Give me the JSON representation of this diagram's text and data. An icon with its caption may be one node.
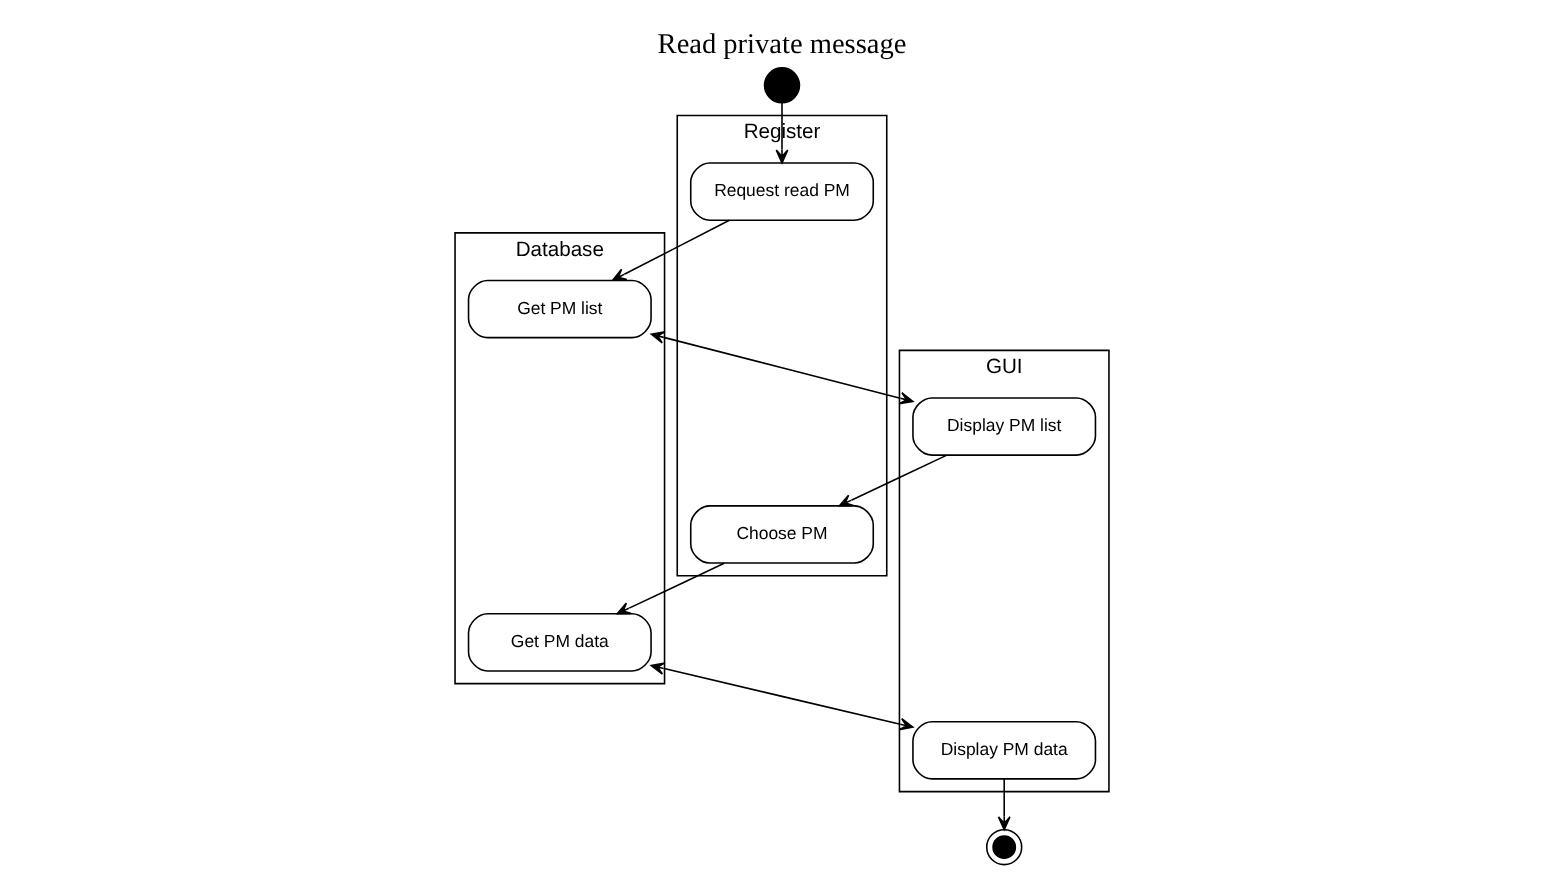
{
  "diagram": {
    "title": "Read private message",
    "nodes": [
      {
        "text": [],
        "shape": "circle"
      },
      {
        "text": [
          "Register"
        ]
      },
      {
        "text": [
          "Request read PM"
        ],
        "in": 1
      },
      {
        "text": [
          "Choose PM"
        ],
        "in": 1
      },
      {
        "text": [
          "GUI"
        ]
      },
      {
        "text": [
          "Display PM list"
        ],
        "in": 4
      },
      {
        "text": [
          "Display PM data"
        ],
        "in": 4
      },
      {
        "text": [
          "Database"
        ]
      },
      {
        "text": [
          "Get PM list"
        ],
        "in": 7
      },
      {
        "text": [
          "Get PM data"
        ],
        "in": 7
      },
      {
        "text": [],
        "shape": "circle"
      }
    ],
    "edges": [
      {
        "from": 0,
        "to": 2,
        "arrow": "to"
      },
      {
        "from": 2,
        "to": 8,
        "arrow": "to"
      },
      {
        "from": 8,
        "to": 5,
        "arrow": "both"
      },
      {
        "from": 5,
        "to": 3,
        "arrow": "to"
      },
      {
        "from": 3,
        "to": 9,
        "arrow": "to"
      },
      {
        "from": 9,
        "to": 6,
        "arrow": "both"
      },
      {
        "from": 6,
        "to": 10,
        "arrow": "to"
      }
    ]
  }
}
